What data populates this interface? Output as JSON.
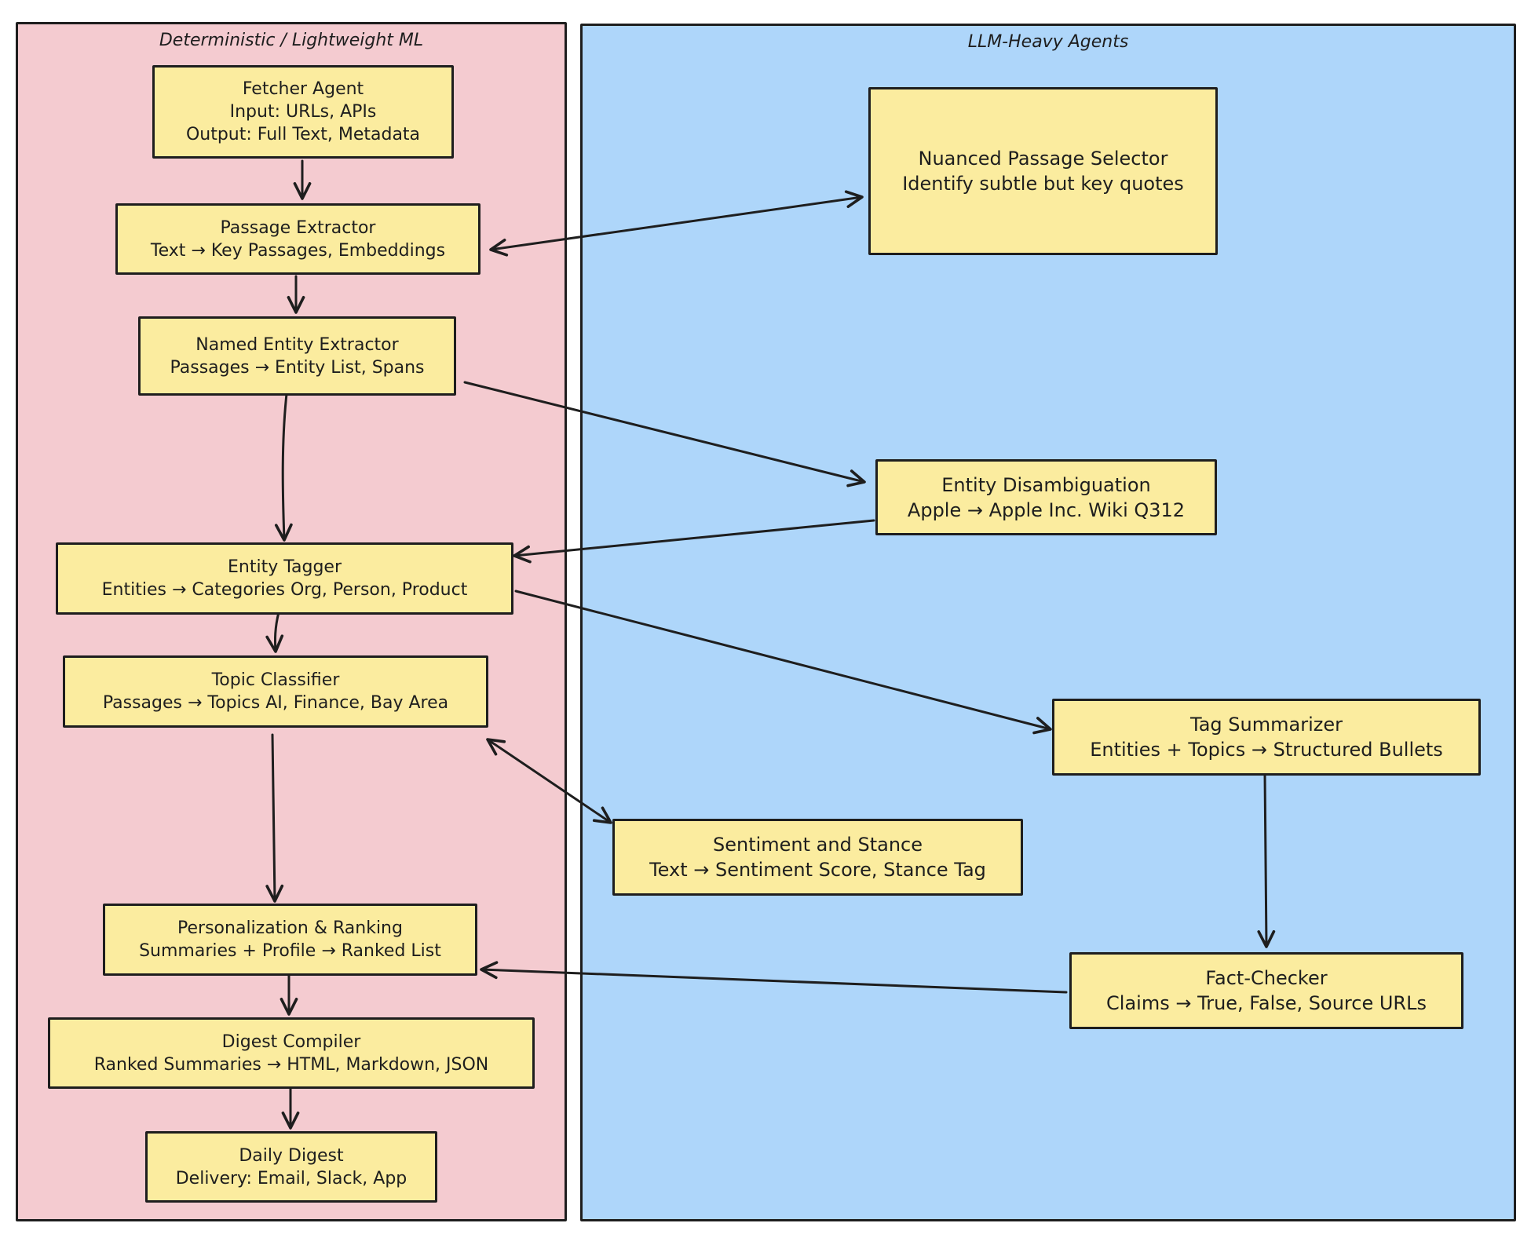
{
  "lanes": {
    "left_title": "Deterministic / Lightweight ML",
    "right_title": "LLM-Heavy Agents"
  },
  "nodes": {
    "fetcher": {
      "title": "Fetcher Agent",
      "lines": [
        "Input: URLs, APIs",
        "Output: Full Text, Metadata"
      ]
    },
    "passage_extractor": {
      "title": "Passage Extractor",
      "lines": [
        "Text → Key Passages, Embeddings"
      ]
    },
    "ner": {
      "title": "Named Entity Extractor",
      "lines": [
        "Passages → Entity List, Spans"
      ]
    },
    "entity_tagger": {
      "title": "Entity Tagger",
      "lines": [
        "Entities → Categories Org, Person, Product"
      ]
    },
    "topic_classifier": {
      "title": "Topic Classifier",
      "lines": [
        "Passages → Topics AI, Finance, Bay Area"
      ]
    },
    "personalization": {
      "title": "Personalization & Ranking",
      "lines": [
        "Summaries + Profile → Ranked List"
      ]
    },
    "digest_compiler": {
      "title": "Digest Compiler",
      "lines": [
        "Ranked Summaries → HTML, Markdown, JSON"
      ]
    },
    "daily_digest": {
      "title": "Daily Digest",
      "lines": [
        "Delivery: Email, Slack, App"
      ]
    },
    "passage_selector": {
      "title": "Nuanced Passage Selector",
      "lines": [
        "Identify subtle but key quotes"
      ]
    },
    "entity_disambiguation": {
      "title": "Entity Disambiguation",
      "lines": [
        "Apple → Apple Inc. Wiki Q312"
      ]
    },
    "tag_summarizer": {
      "title": "Tag Summarizer",
      "lines": [
        "Entities + Topics → Structured Bullets"
      ]
    },
    "sentiment": {
      "title": "Sentiment and Stance",
      "lines": [
        "Text → Sentiment Score, Stance Tag"
      ]
    },
    "fact_checker": {
      "title": "Fact-Checker",
      "lines": [
        "Claims → True, False, Source URLs"
      ]
    }
  },
  "edges": [
    {
      "from": "Fetcher Agent",
      "to": "Passage Extractor"
    },
    {
      "from": "Passage Extractor",
      "to": "Named Entity Extractor"
    },
    {
      "from": "Named Entity Extractor",
      "to": "Entity Tagger"
    },
    {
      "from": "Entity Tagger",
      "to": "Topic Classifier"
    },
    {
      "from": "Topic Classifier",
      "to": "Personalization & Ranking"
    },
    {
      "from": "Personalization & Ranking",
      "to": "Digest Compiler"
    },
    {
      "from": "Digest Compiler",
      "to": "Daily Digest"
    },
    {
      "from": "Passage Extractor",
      "to": "Nuanced Passage Selector",
      "bidirectional": true
    },
    {
      "from": "Named Entity Extractor",
      "to": "Entity Disambiguation"
    },
    {
      "from": "Entity Disambiguation",
      "to": "Entity Tagger"
    },
    {
      "from": "Entity Tagger",
      "to": "Tag Summarizer"
    },
    {
      "from": "Topic Classifier",
      "to": "Sentiment and Stance",
      "bidirectional": true
    },
    {
      "from": "Tag Summarizer",
      "to": "Fact-Checker"
    },
    {
      "from": "Fact-Checker",
      "to": "Personalization & Ranking"
    }
  ],
  "colors": {
    "left_lane": "#f4cbd0",
    "right_lane": "#aed6fa",
    "node_fill": "#fbec9f",
    "stroke": "#1e1e1e"
  }
}
